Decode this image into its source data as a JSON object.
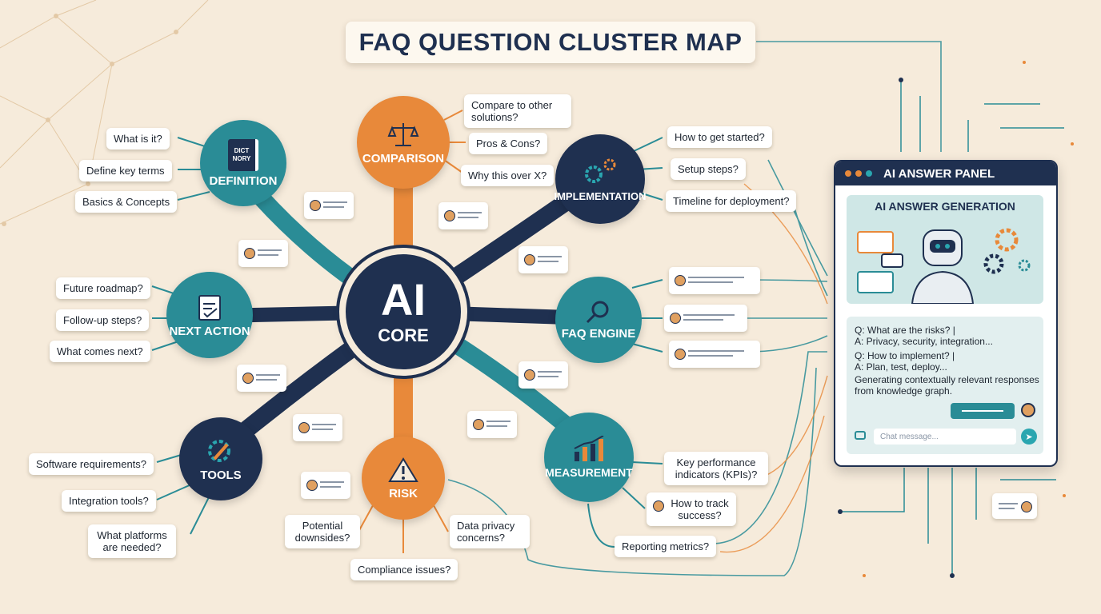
{
  "title": "FAQ QUESTION CLUSTER MAP",
  "core": {
    "line1": "AI",
    "line2": "CORE"
  },
  "hubs": {
    "definition": "DEFINITION",
    "comparison": "COMPARISON",
    "implementation": "IMPLEMENTATION",
    "next_action": "NEXT ACTION",
    "faq_engine": "FAQ ENGINE",
    "tools": "TOOLS",
    "risk": "RISK",
    "measurement": "MEASUREMENT"
  },
  "icon_text": {
    "dictionary": "DICT NORY"
  },
  "questions": {
    "definition": [
      "What is it?",
      "Define key terms",
      "Basics & Concepts"
    ],
    "comparison": [
      "Compare to other solutions?",
      "Pros & Cons?",
      "Why this over X?"
    ],
    "implementation": [
      "How to get started?",
      "Setup steps?",
      "Timeline for deployment?"
    ],
    "next_action": [
      "Future roadmap?",
      "Follow-up steps?",
      "What comes next?"
    ],
    "tools": [
      "Software requirements?",
      "Integration tools?",
      "What platforms are needed?"
    ],
    "risk": [
      "Potential downsides?",
      "Data privacy concerns?",
      "Compliance issues?"
    ],
    "measurement": [
      "Key performance indicators (KPIs)?",
      "How to track success?",
      "Reporting metrics?"
    ]
  },
  "panel": {
    "header": "AI ANSWER PANEL",
    "subheader": "AI ANSWER GENERATION",
    "qa": [
      "Q: What are the risks? |",
      "A: Privacy, security, integration...",
      "Q: How to implement? |",
      "A: Plan, test, deploy...",
      "Generating contextually relevant responses",
      "from knowledge graph."
    ],
    "chat_placeholder": "Chat message..."
  },
  "colors": {
    "navy": "#1f3050",
    "teal": "#2a8c96",
    "orange": "#e8893a",
    "background": "#f6ebdb"
  },
  "icons": [
    "dictionary-icon",
    "scales-icon",
    "gears-icon",
    "clipboard-icon",
    "magnifier-icon",
    "wrench-gear-icon",
    "warning-icon",
    "bar-chart-icon",
    "robot-icon",
    "send-icon"
  ]
}
